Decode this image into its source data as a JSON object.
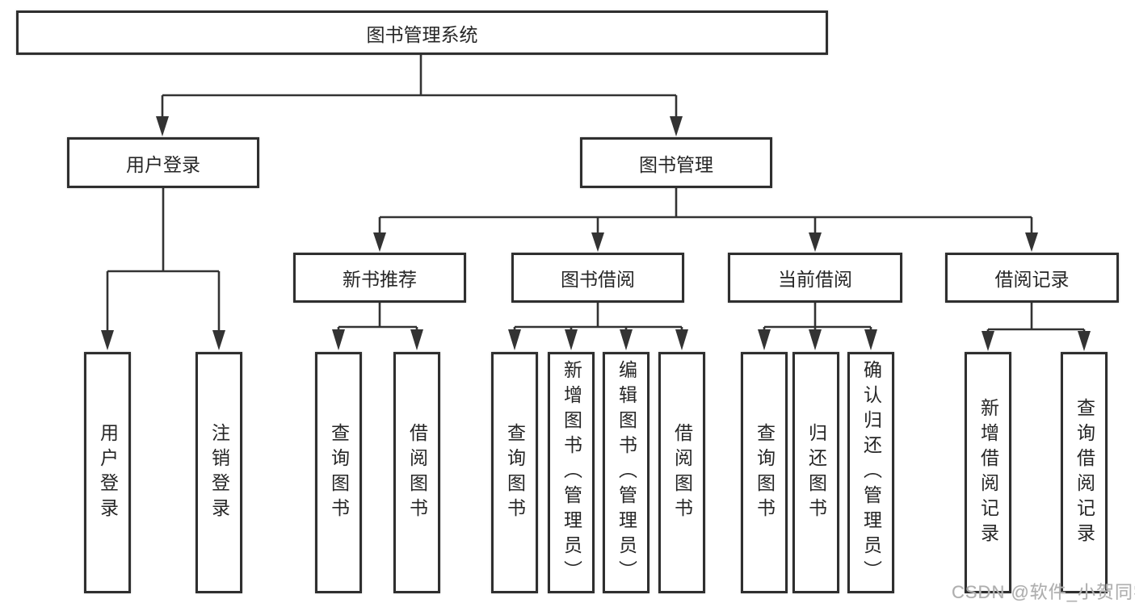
{
  "diagram": {
    "root": {
      "label": "图书管理系统"
    },
    "level2": [
      {
        "label": "用户登录"
      },
      {
        "label": "图书管理"
      }
    ],
    "level3": [
      {
        "label": "新书推荐"
      },
      {
        "label": "图书借阅"
      },
      {
        "label": "当前借阅"
      },
      {
        "label": "借阅记录"
      }
    ],
    "leaves": {
      "user_login": [
        "用户登录",
        "注销登录"
      ],
      "new_book": [
        "查询图书",
        "借阅图书"
      ],
      "book_borrow": [
        "查询图书",
        "新增图书（管理员）",
        "编辑图书（管理员）",
        "借阅图书"
      ],
      "current_borrow": [
        "查询图书",
        "归还图书",
        "确认归还（管理员）"
      ],
      "borrow_record": [
        "新增借阅记录",
        "查询借阅记录"
      ]
    },
    "colors": {
      "border": "#2f2f2f",
      "line": "#333333",
      "text": "#262626",
      "background": "#ffffff",
      "watermark": "#aeaeae"
    }
  },
  "watermark": {
    "text": "CSDN @软件_小贺同学"
  }
}
